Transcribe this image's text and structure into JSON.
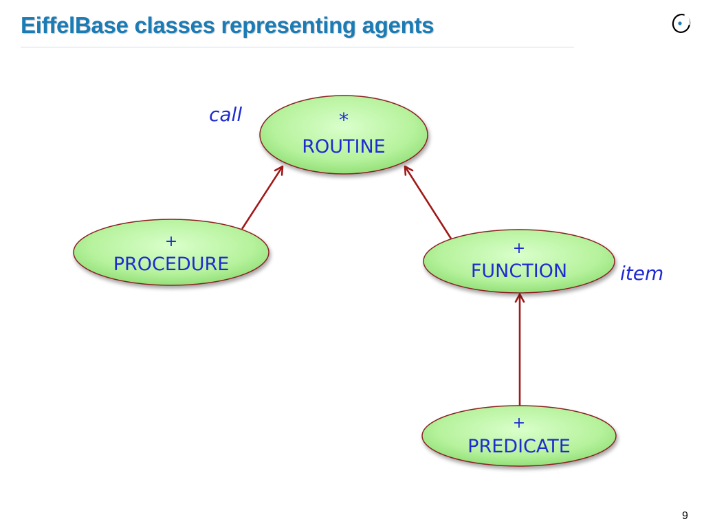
{
  "slide": {
    "title": "EiffelBase classes representing agents",
    "page_number": "9",
    "title_color": "#1a7bb5"
  },
  "diagram": {
    "node_fill": "#b8f2a0",
    "node_border": "#8a2020",
    "text_color": "#1f2bd1",
    "arrow_color": "#a01818",
    "nodes": {
      "routine": {
        "marker": "*",
        "name": "ROUTINE"
      },
      "procedure": {
        "marker": "+",
        "name": "PROCEDURE"
      },
      "function": {
        "marker": "+",
        "name": "FUNCTION"
      },
      "predicate": {
        "marker": "+",
        "name": "PREDICATE"
      }
    },
    "features": {
      "routine": "call",
      "function": "item"
    },
    "edges": [
      {
        "from": "procedure",
        "to": "routine"
      },
      {
        "from": "function",
        "to": "routine"
      },
      {
        "from": "predicate",
        "to": "function"
      }
    ]
  },
  "icons": {
    "logo": "eth-logo-icon"
  }
}
